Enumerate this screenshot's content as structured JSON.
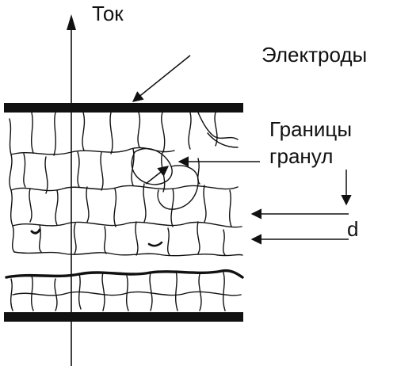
{
  "labels": {
    "current": "Ток",
    "electrodes": "Электроды",
    "boundaries_line1": "Границы",
    "boundaries_line2": "гранул",
    "d": "d"
  },
  "colors": {
    "ink": "#111111",
    "background": "#ffffff"
  }
}
